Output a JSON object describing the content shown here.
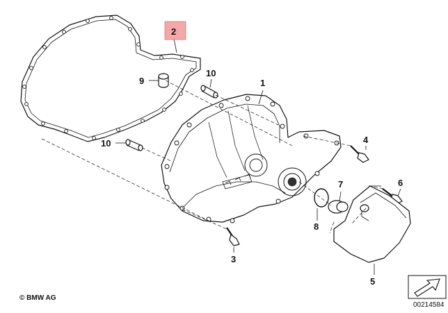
{
  "diagram": {
    "highlight_color": "#f4a7a9",
    "line_color": "#111111",
    "callouts": [
      {
        "id": "1",
        "label": "1"
      },
      {
        "id": "2",
        "label": "2",
        "highlighted": true
      },
      {
        "id": "3",
        "label": "3"
      },
      {
        "id": "4",
        "label": "4"
      },
      {
        "id": "5",
        "label": "5"
      },
      {
        "id": "6",
        "label": "6"
      },
      {
        "id": "7",
        "label": "7"
      },
      {
        "id": "8",
        "label": "8"
      },
      {
        "id": "9",
        "label": "9"
      },
      {
        "id": "10a",
        "label": "10"
      },
      {
        "id": "10b",
        "label": "10"
      }
    ],
    "parts": [
      {
        "id": "gasket",
        "icon": "gasket-outline"
      },
      {
        "id": "engine-cover",
        "icon": "engine-cover-drawing"
      },
      {
        "id": "pin-9",
        "icon": "bushing"
      },
      {
        "id": "dowel-10a",
        "icon": "dowel-pin"
      },
      {
        "id": "dowel-10b",
        "icon": "dowel-pin"
      },
      {
        "id": "bolt-3",
        "icon": "bolt"
      },
      {
        "id": "bolt-4",
        "icon": "bolt"
      },
      {
        "id": "bolt-6",
        "icon": "bolt"
      },
      {
        "id": "seal-7",
        "icon": "cap-seal"
      },
      {
        "id": "oring-8",
        "icon": "o-ring"
      },
      {
        "id": "cover-5",
        "icon": "sensor-cover"
      }
    ]
  },
  "footer": {
    "copyright": "© BMW AG",
    "reference": "00214584",
    "nav_icon": "arrow-right-icon"
  }
}
